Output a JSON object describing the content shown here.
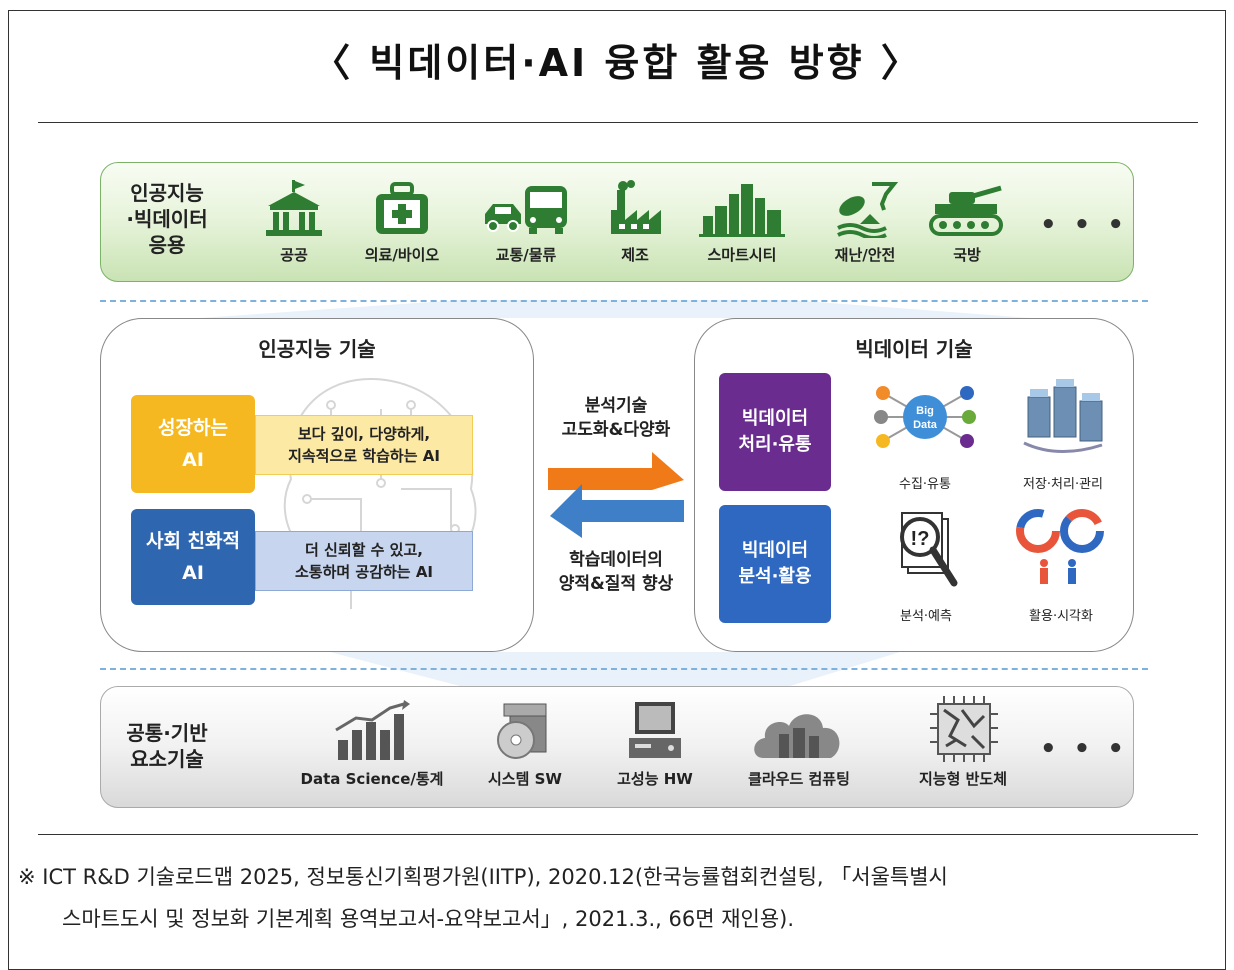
{
  "title": "〈 빅데이터·AI 융합 활용 방향 〉",
  "top_band": {
    "label": "인공지능\n·빅데이터\n응용",
    "items": [
      {
        "label": "공공",
        "icon": "government-building-icon"
      },
      {
        "label": "의료/바이오",
        "icon": "medical-kit-icon"
      },
      {
        "label": "교통/물류",
        "icon": "vehicles-icon"
      },
      {
        "label": "제조",
        "icon": "factory-icon"
      },
      {
        "label": "스마트시티",
        "icon": "city-buildings-icon"
      },
      {
        "label": "재난/안전",
        "icon": "disaster-icon"
      },
      {
        "label": "국방",
        "icon": "tank-icon"
      }
    ],
    "more": "• • •"
  },
  "ai_panel": {
    "title": "인공지능 기술",
    "growing_ai": {
      "label_line1": "성장하는",
      "label_line2": "AI",
      "desc_line1": "보다 깊이, 다양하게,",
      "desc_line2": "지속적으로 학습하는 AI"
    },
    "social_ai": {
      "label_line1": "사회 친화적",
      "label_line2": "AI",
      "desc_line1": "더 신뢰할 수 있고,",
      "desc_line2": "소통하며 공감하는 AI"
    }
  },
  "middle": {
    "upper_text": "분석기술\n고도화&다양화",
    "lower_text": "학습데이터의\n양적&질적 향상"
  },
  "bigdata_panel": {
    "title": "빅데이터 기술",
    "processing_box": "빅데이터\n처리·유통",
    "analysis_box": "빅데이터\n분석·활용",
    "big_data_bubble_line1": "Big",
    "big_data_bubble_line2": "Data",
    "items": [
      {
        "label": "수집·유통",
        "icon": "big-data-collection-icon"
      },
      {
        "label": "저장·처리·관리",
        "icon": "data-storage-icon"
      },
      {
        "label": "분석·예측",
        "icon": "analysis-magnifier-icon"
      },
      {
        "label": "활용·시각화",
        "icon": "visualization-chart-icon"
      }
    ]
  },
  "bottom_band": {
    "label": "공통·기반\n요소기술",
    "items": [
      {
        "label": "Data Science/통계",
        "icon": "bar-chart-growth-icon"
      },
      {
        "label": "시스템 SW",
        "icon": "software-disc-icon"
      },
      {
        "label": "고성능 HW",
        "icon": "computer-hardware-icon"
      },
      {
        "label": "클라우드 컴퓨팅",
        "icon": "cloud-computing-icon"
      },
      {
        "label": "지능형 반도체",
        "icon": "semiconductor-chip-icon"
      }
    ],
    "more": "• • •"
  },
  "source": {
    "line1": "※ ICT R&D 기술로드맵 2025, 정보통신기획평가원(IITP), 2020.12(한국능률협회컨설팅, 「서울특별시",
    "line2": "스마트도시 및 정보화 기본계획 용역보고서-요약보고서」, 2021.3., 66면 재인용)."
  },
  "colors": {
    "top_band_fill": "#d8ecc8",
    "growing_ai": "#f6b820",
    "social_ai": "#2f66b0",
    "processing": "#6b2c8f",
    "analysis": "#2f68c0",
    "arrow_orange": "#f07a18",
    "arrow_blue": "#3f7fc8",
    "dash": "#7fb1dd"
  }
}
